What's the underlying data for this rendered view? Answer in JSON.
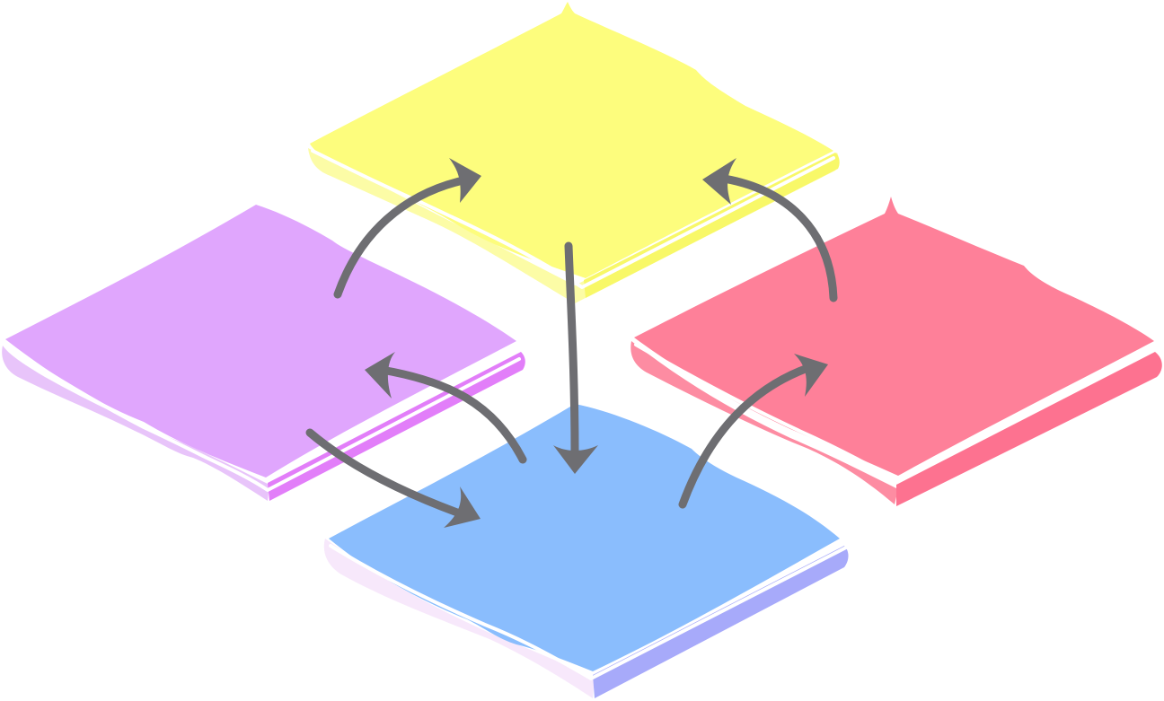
{
  "tiles": {
    "yellow": {
      "top_color": "#FDFD7D",
      "edge_color": "#F8F868",
      "underside_color": "#FCFCA6"
    },
    "purple": {
      "top_color": "#E0A6FD",
      "edge_color": "#E27EF9",
      "underside_color": "#E8C4FA"
    },
    "pink": {
      "top_color": "#FE8099",
      "edge_color": "#FD7290",
      "underside_color": "#FD8CA2"
    },
    "blue": {
      "top_color": "#8ABDFD",
      "edge_color": "#A7AAFA",
      "underside_color": "#F7E8FB"
    }
  },
  "connectors": {
    "color": "#6E6E72",
    "links": [
      {
        "from": "purple",
        "to": "yellow"
      },
      {
        "from": "pink",
        "to": "yellow"
      },
      {
        "from": "yellow",
        "to": "blue"
      },
      {
        "from": "purple",
        "to": "blue"
      },
      {
        "from": "blue",
        "to": "purple"
      },
      {
        "from": "blue",
        "to": "pink"
      }
    ]
  }
}
